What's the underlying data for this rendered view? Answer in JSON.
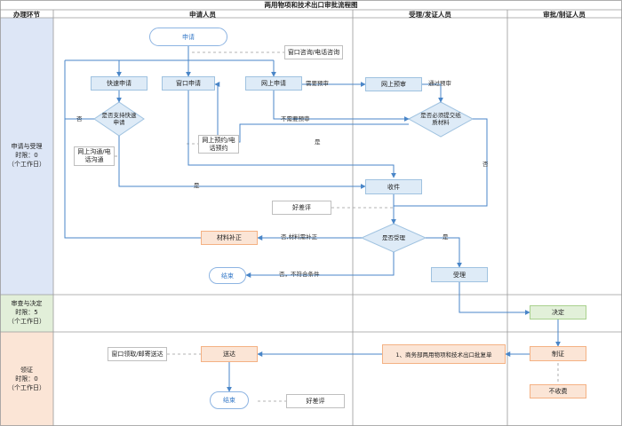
{
  "title": "两用物项和技术出口审批流程图",
  "headers": {
    "phase": "办理环节",
    "applicant": "申请人员",
    "acceptor": "受理/发证人员",
    "approver": "审批/制证人员"
  },
  "lanes": {
    "apply": [
      "申请与受理",
      "时限：0",
      "（个工作日）"
    ],
    "review": [
      "审查与决定",
      "时限：5",
      "（个工作日）"
    ],
    "issue": [
      "领证",
      "时限：0",
      "（个工作日）"
    ]
  },
  "nodes": {
    "start": "申请",
    "window_consult": "窗口咨询/电话咨询",
    "fast_apply": "快速申请",
    "window_apply": "窗口申请",
    "online_apply": "网上申请",
    "online_review": "网上预审",
    "support_fast": "是否支持快速申请",
    "need_paper": "是否必须提交纸质材料",
    "online_comm": "网上沟通/电话沟通",
    "online_booking": "网上预约/电话预约",
    "receive": "收件",
    "good_review_1": "好差评",
    "supplement": "材料补正",
    "accept_check": "是否受理",
    "end_1": "结束",
    "accept": "受理",
    "decide": "决定",
    "window_pickup": "窗口领取/邮寄送达",
    "deliver": "送达",
    "ministry": "1、商务部两用物项和技术出口批复单",
    "make_cert": "制证",
    "free": "不收费",
    "end_2": "结束",
    "good_review_2": "好差评"
  },
  "edge_labels": {
    "need_prereview": "需要预审",
    "pass_prereview": "通过预审",
    "no_prereview": "不需要预审",
    "no_1": "否",
    "yes_1": "是",
    "no_2": "否",
    "yes_2": "是",
    "no_material": "否,材料需补正",
    "yes_3": "是",
    "no_condition": "否，不符合条件"
  }
}
